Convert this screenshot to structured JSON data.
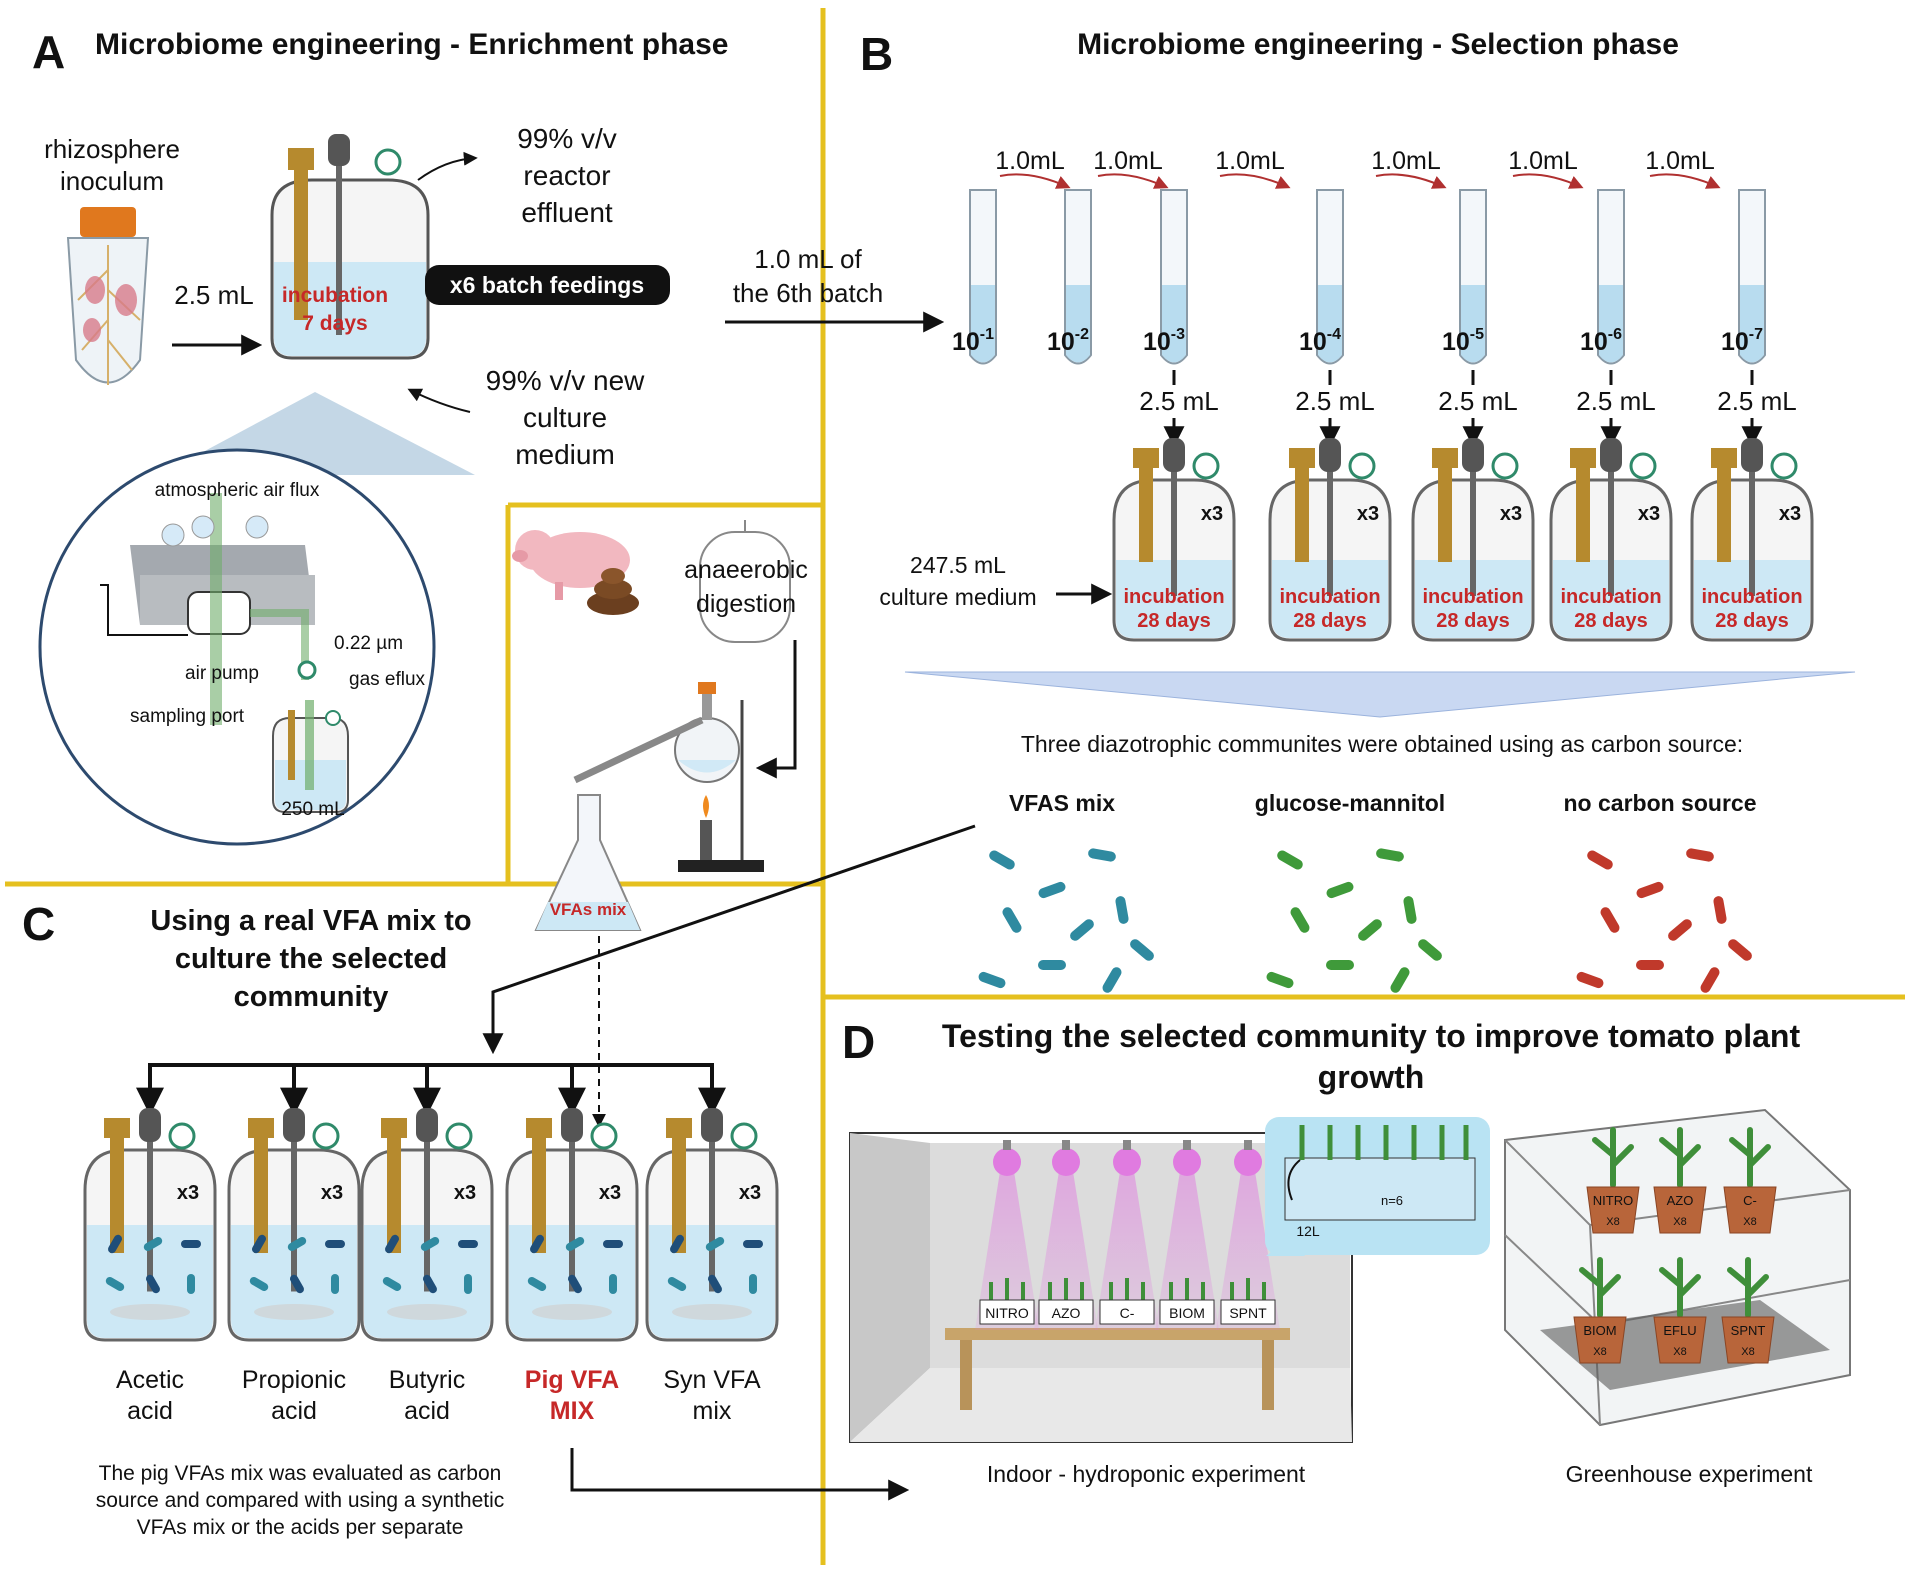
{
  "panel_a": {
    "letter": "A",
    "title": "Microbiome engineering - Enrichment phase",
    "inoculum_line1": "rhizosphere",
    "inoculum_line2": "inoculum",
    "volume": "2.5 mL",
    "incubation_line1": "incubation",
    "incubation_line2": "7 days",
    "effluent_line1": "99% v/v",
    "effluent_line2": "reactor",
    "effluent_line3": "effluent",
    "batch_badge": "x6 batch feedings",
    "medium_line1": "99% v/v new",
    "medium_line2": "culture",
    "medium_line3": "medium",
    "detail": {
      "air_flux": "atmospheric air flux",
      "filter": "0.22 µm",
      "air_pump": "air pump",
      "gas_eflux": "gas eflux",
      "sampling_port": "sampling port",
      "reactor_volume": "250 mL"
    },
    "transfer_line1": "1.0 mL of",
    "transfer_line2": "the 6th batch"
  },
  "panel_b": {
    "letter": "B",
    "title": "Microbiome engineering - Selection phase",
    "transfer_volume": "1.0mL",
    "dilutions": [
      {
        "base": "10",
        "exp": "-1"
      },
      {
        "base": "10",
        "exp": "-2"
      },
      {
        "base": "10",
        "exp": "-3"
      },
      {
        "base": "10",
        "exp": "-4"
      },
      {
        "base": "10",
        "exp": "-5"
      },
      {
        "base": "10",
        "exp": "-6"
      },
      {
        "base": "10",
        "exp": "-7"
      }
    ],
    "inoculum_volume": "2.5 mL",
    "replicates": "x3",
    "incubation_line1": "incubation",
    "incubation_line2": "28 days",
    "medium_line1": "247.5 mL",
    "medium_line2": "culture medium",
    "summary": "Three diazotrophic communites were obtained using as carbon source:",
    "communities": [
      "VFAS mix",
      "glucose-mannitol",
      "no carbon source"
    ]
  },
  "pig_section": {
    "digestion_line1": "anaeerobic",
    "digestion_line2": "digestion",
    "flask_label": "VFAs mix"
  },
  "panel_c": {
    "letter": "C",
    "title_line1": "Using a real VFA mix to",
    "title_line2": "culture the selected",
    "title_line3": "community",
    "replicates": "x3",
    "reactors": [
      {
        "line1": "Acetic",
        "line2": "acid"
      },
      {
        "line1": "Propionic",
        "line2": "acid"
      },
      {
        "line1": "Butyric",
        "line2": "acid"
      },
      {
        "line1": "Pig VFA",
        "line2": "MIX"
      },
      {
        "line1": "Syn VFA",
        "line2": "mix"
      }
    ],
    "note_line1": "The pig VFAs mix was evaluated as carbon",
    "note_line2": "source and compared with using a synthetic",
    "note_line3": "VFAs mix or the acids per separate"
  },
  "panel_d": {
    "letter": "D",
    "title_line1": "Testing the selected community to improve tomato plant",
    "title_line2": "growth",
    "hydro_labels": [
      "NITRO",
      "AZO",
      "C-",
      "BIOM",
      "SPNT"
    ],
    "inset_n": "n=6",
    "inset_volume": "12L",
    "indoor_caption": "Indoor - hydroponic experiment",
    "greenhouse_pots": [
      {
        "name": "NITRO",
        "count": "X8"
      },
      {
        "name": "AZO",
        "count": "X8"
      },
      {
        "name": "C-",
        "count": "X8"
      },
      {
        "name": "BIOM",
        "count": "X8"
      },
      {
        "name": "EFLU",
        "count": "X8"
      },
      {
        "name": "SPNT",
        "count": "X8"
      }
    ],
    "greenhouse_caption": "Greenhouse experiment"
  },
  "colors": {
    "divider": "#e5c01f",
    "accent_red": "#c62828",
    "liquid": "#cde8f5",
    "vfas_bacteria": "#2f8aa0",
    "glucose_bacteria": "#3f9a3a",
    "nocarbon_bacteria": "#c0392b",
    "grow_light": "#e07be0"
  }
}
